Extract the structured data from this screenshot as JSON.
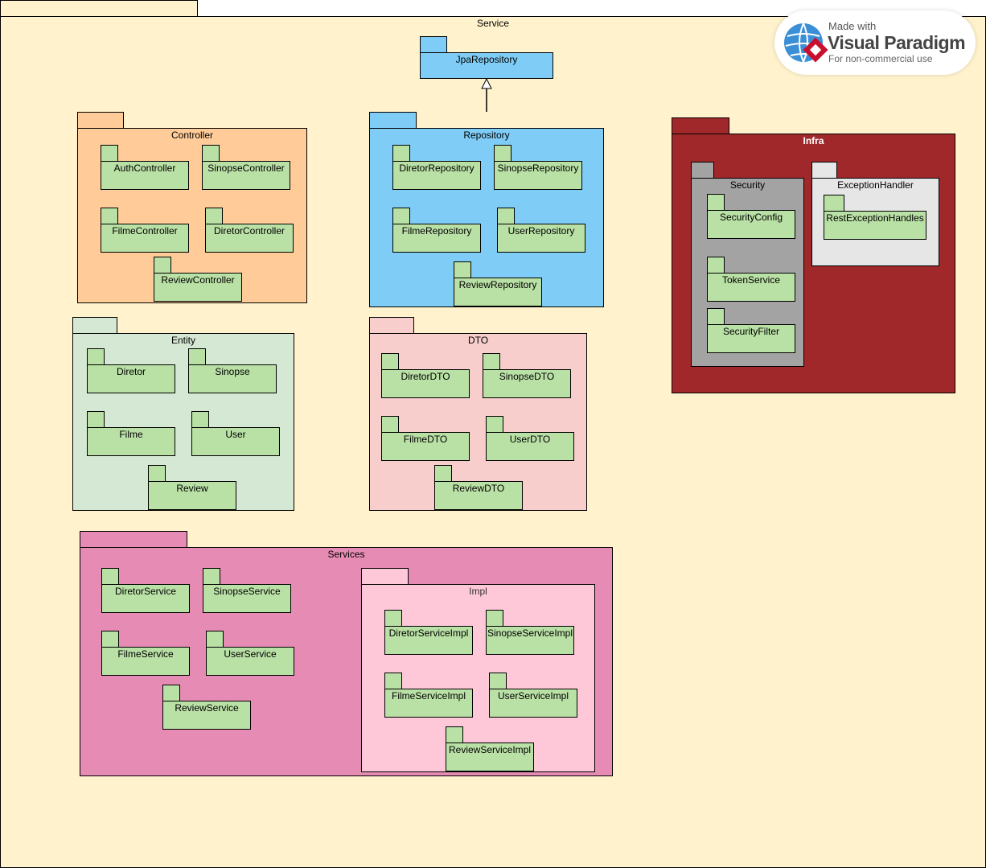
{
  "colors": {
    "service_bg": "#fff2cc",
    "controller_bg": "#ffcc99",
    "repository_bg": "#7fcdf6",
    "entity_bg": "#d5e8d4",
    "dto_bg": "#f8cecc",
    "services_bg": "#e68bb3",
    "impl_bg": "#ffc8d8",
    "infra_bg": "#a0282a",
    "security_bg": "#a3a3a3",
    "exception_bg": "#e6e6e6",
    "class_pkg_bg": "#b9e0a5"
  },
  "root": {
    "label": "Service"
  },
  "jpa": {
    "label": "JpaRepository"
  },
  "controller": {
    "label": "Controller",
    "items": [
      "AuthController",
      "SinopseController",
      "FilmeController",
      "DiretorController",
      "ReviewController"
    ]
  },
  "repository": {
    "label": "Repository",
    "items": [
      "DiretorRepository",
      "SinopseRepository",
      "FilmeRepository",
      "UserRepository",
      "ReviewRepository"
    ]
  },
  "entity": {
    "label": "Entity",
    "items": [
      "Diretor",
      "Sinopse",
      "Filme",
      "User",
      "Review"
    ]
  },
  "dto": {
    "label": "DTO",
    "items": [
      "DiretorDTO",
      "SinopseDTO",
      "FilmeDTO",
      "UserDTO",
      "ReviewDTO"
    ]
  },
  "services": {
    "label": "Services",
    "items": [
      "DiretorService",
      "SinopseService",
      "FilmeService",
      "UserService",
      "ReviewService"
    ]
  },
  "impl": {
    "label": "Impl",
    "items": [
      "DiretorServiceImpl",
      "SinopseServiceImpl",
      "FilmeServiceImpl",
      "UserServiceImpl",
      "ReviewServiceImpl"
    ]
  },
  "infra": {
    "label": "Infra"
  },
  "security": {
    "label": "Security",
    "items": [
      "SecurityConfig",
      "TokenService",
      "SecurityFilter"
    ]
  },
  "exception": {
    "label": "ExceptionHandler",
    "items": [
      "RestExceptionHandles"
    ]
  },
  "watermark": {
    "line1": "Made with",
    "line2": "Visual Paradigm",
    "line3": "For non-commercial use"
  }
}
